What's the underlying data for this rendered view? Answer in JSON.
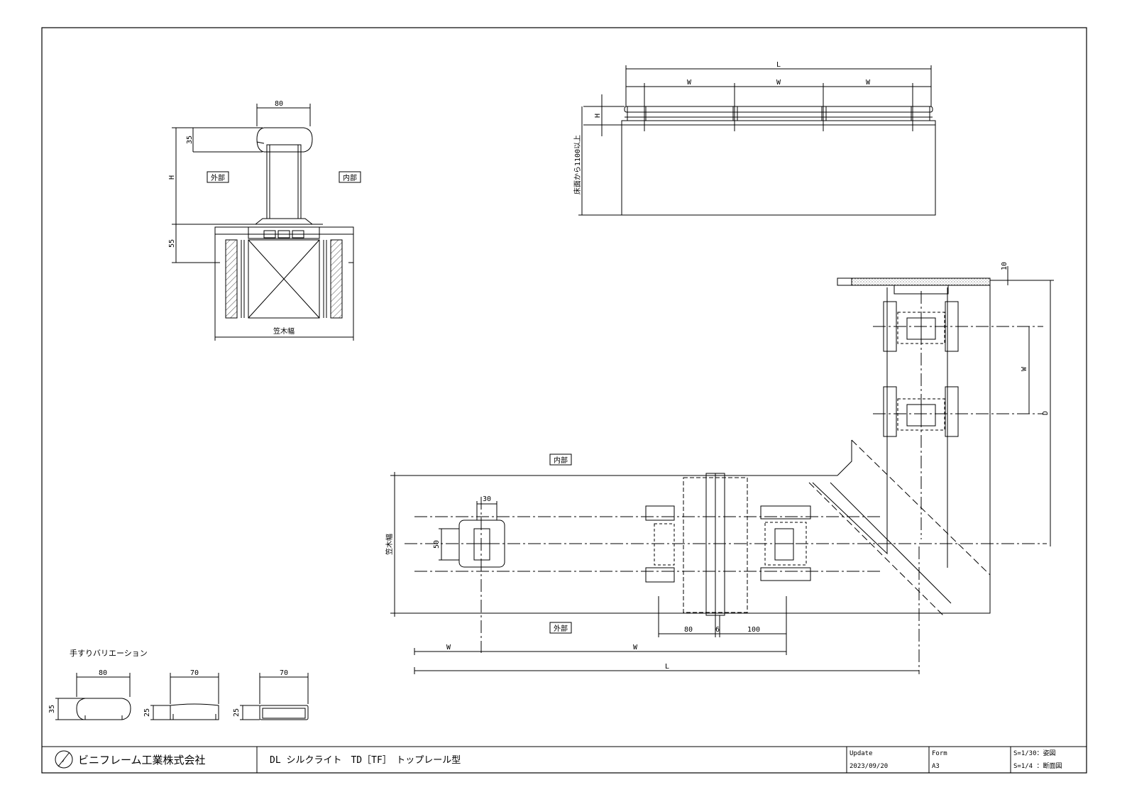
{
  "section": {
    "dim_width": "80",
    "dim_rail_h": "35",
    "dim_h": "H",
    "dim_base": "55",
    "label_outside": "外部",
    "label_inside": "内部",
    "label_kasagi": "笠木幅"
  },
  "elevation": {
    "dim_l": "L",
    "dim_w1": "W",
    "dim_w2": "W",
    "dim_w3": "W",
    "dim_h": "H",
    "dim_floor": "床面から1100以上"
  },
  "plan": {
    "label_inside": "内部",
    "label_outside": "外部",
    "label_kasagi": "笠木幅",
    "dim_30": "30",
    "dim_50": "50",
    "dim_80": "80",
    "dim_6": "6",
    "dim_100": "100",
    "dim_w_left": "W",
    "dim_w_mid": "W",
    "dim_l": "L",
    "dim_10": "10",
    "dim_w_right": "W",
    "dim_d": "D"
  },
  "variations": {
    "title": "手すりバリエーション",
    "v1_width": "80",
    "v1_height": "35",
    "v2_width": "70",
    "v2_height": "25",
    "v3_width": "70",
    "v3_height": "25"
  },
  "title_block": {
    "company": "ビニフレーム工業株式会社",
    "product": "DL シルクライト　TD［TF］　トップレール型",
    "update_label": "Update",
    "update_value": "2023/09/20",
    "form_label": "Form",
    "form_value": "A3",
    "scale_1": "S=1/30：姿図",
    "scale_2": "S=1/4 ：断面図"
  }
}
